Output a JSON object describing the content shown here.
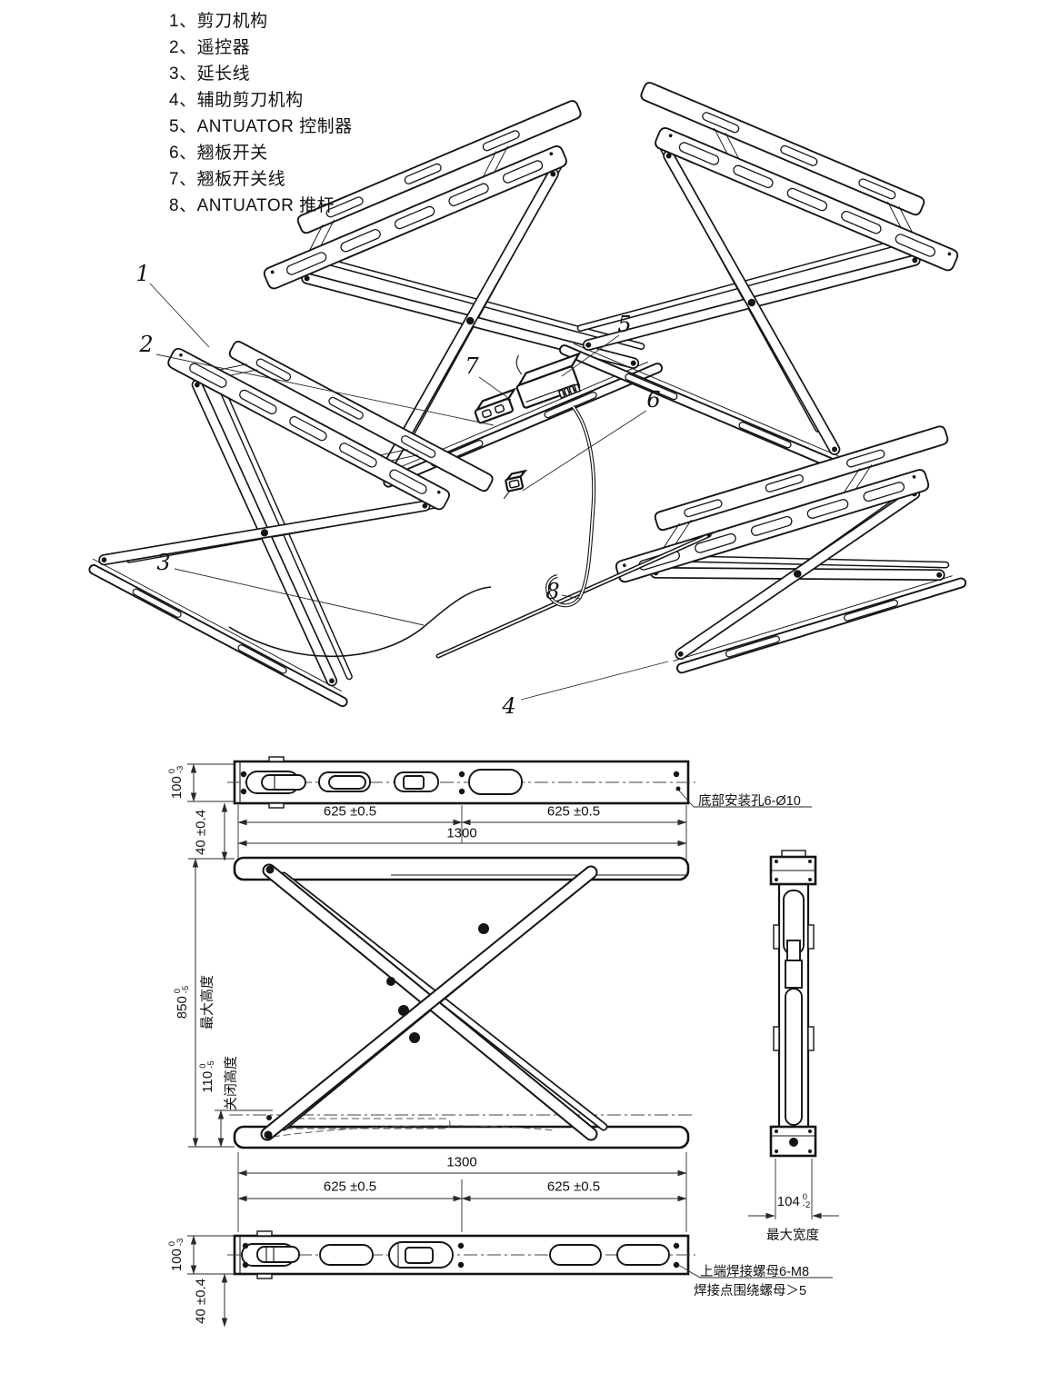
{
  "colors": {
    "line": "#141414",
    "background": "#ffffff"
  },
  "parts_list": {
    "items": [
      "1、剪刀机构",
      "2、遥控器",
      "3、延长线",
      "4、辅助剪刀机构",
      "5、ANTUATOR 控制器",
      "6、翘板开关",
      "7、翘板开关线",
      "8、ANTUATOR 推杆"
    ]
  },
  "callouts": [
    "1",
    "2",
    "3",
    "4",
    "5",
    "6",
    "7",
    "8"
  ],
  "top_view": {
    "height": {
      "value": "100",
      "tol_top": "0",
      "tol_bottom": "-3"
    },
    "hole_offset": "40 ±0.4",
    "span_left": "625 ±0.5",
    "span_right": "625 ±0.5",
    "total_length": "1300",
    "note": "底部安装孔6-Ø10"
  },
  "front_view": {
    "max_height": {
      "value": "850",
      "tol_top": "0",
      "tol_bottom": "-5"
    },
    "max_height_label": "最大高度",
    "closed_height": {
      "value": "110",
      "tol_top": "0",
      "tol_bottom": "-5"
    },
    "closed_height_label": "关闭高度",
    "total_length": "1300"
  },
  "bottom_view": {
    "height": {
      "value": "100",
      "tol_top": "0",
      "tol_bottom": "-3"
    },
    "hole_offset": "40 ±0.4",
    "span_left": "625 ±0.5",
    "span_right": "625 ±0.5",
    "note_line1": "上端焊接螺母6-M8",
    "note_line2": "焊接点围绕螺母＞5"
  },
  "side_view": {
    "max_width": {
      "value": "104",
      "tol_top": "0",
      "tol_bottom": "-2"
    },
    "max_width_label": "最大宽度"
  }
}
